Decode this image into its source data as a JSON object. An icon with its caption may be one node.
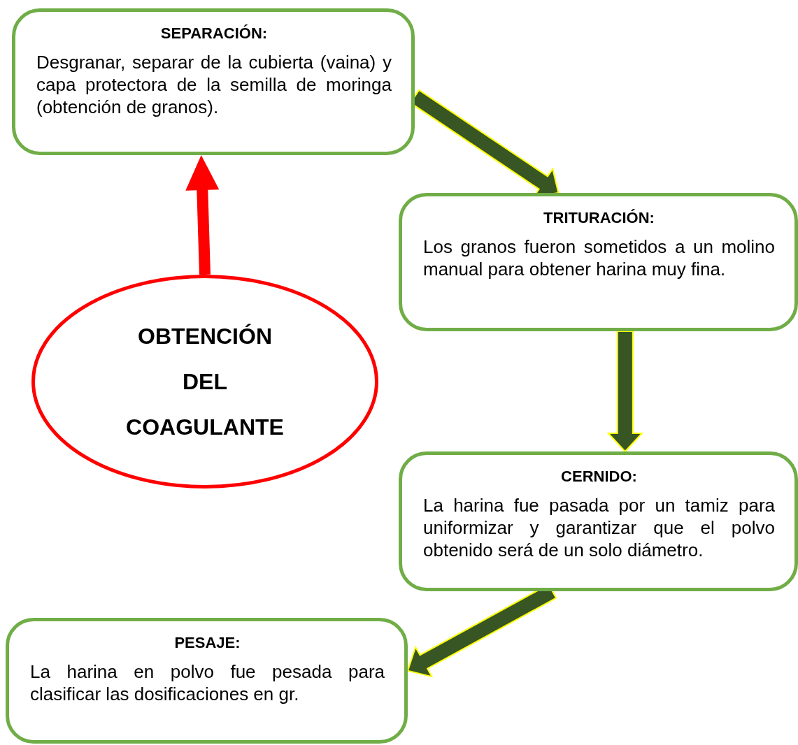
{
  "diagram": {
    "nodes": [
      {
        "text": [
          "SEPARACIÓN:",
          "Desgranar, separar de la cubierta (vaina) y capa protectora de la semilla de moringa (obtención de granos)."
        ]
      },
      {
        "text": [
          "TRITURACIÓN:",
          "Los granos fueron sometidos a un molino manual para obtener harina muy fina."
        ]
      },
      {
        "text": [
          "CERNIDO:",
          "La harina fue pasada por un tamiz para uniformizar y garantizar que el polvo obtenido será de un solo diámetro."
        ]
      },
      {
        "text": [
          "PESAJE:",
          "La harina en polvo fue pesada para clasificar las dosificaciones en gr."
        ]
      },
      {
        "text": [
          "OBTENCIÓN DEL COAGULANTE"
        ]
      }
    ],
    "edges": [
      {
        "from": 4,
        "to": 0,
        "arrow": "to",
        "style": "thick",
        "color": "#ff0000"
      },
      {
        "from": 0,
        "to": 1,
        "arrow": "to"
      },
      {
        "from": 1,
        "to": 2,
        "arrow": "to"
      },
      {
        "from": 2,
        "to": 3,
        "arrow": "to"
      }
    ]
  }
}
